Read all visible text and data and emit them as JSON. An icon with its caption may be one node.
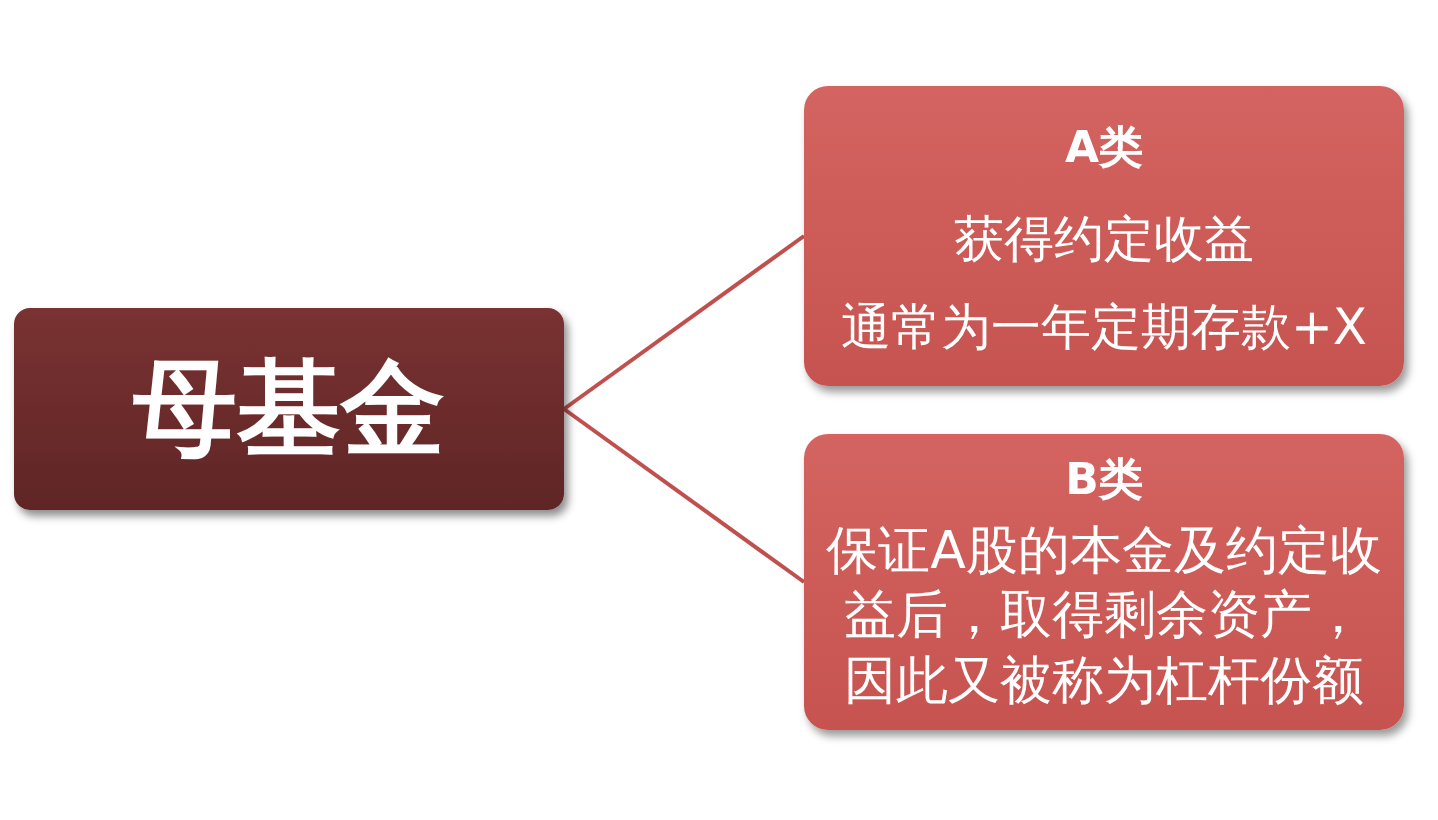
{
  "diagram": {
    "nodes": [
      {
        "text": [
          "母基金"
        ]
      },
      {
        "text": [
          "A类",
          "获得约定收益",
          "通常为一年定期存款+X"
        ]
      },
      {
        "text": [
          "B类",
          "保证A股的本金及约定收益后，取得剩余资产，因此又被称为杠杆份额"
        ]
      }
    ],
    "edges": [
      {
        "from": 0,
        "to": 1,
        "arrow": "none"
      },
      {
        "from": 0,
        "to": 2,
        "arrow": "none"
      }
    ]
  }
}
